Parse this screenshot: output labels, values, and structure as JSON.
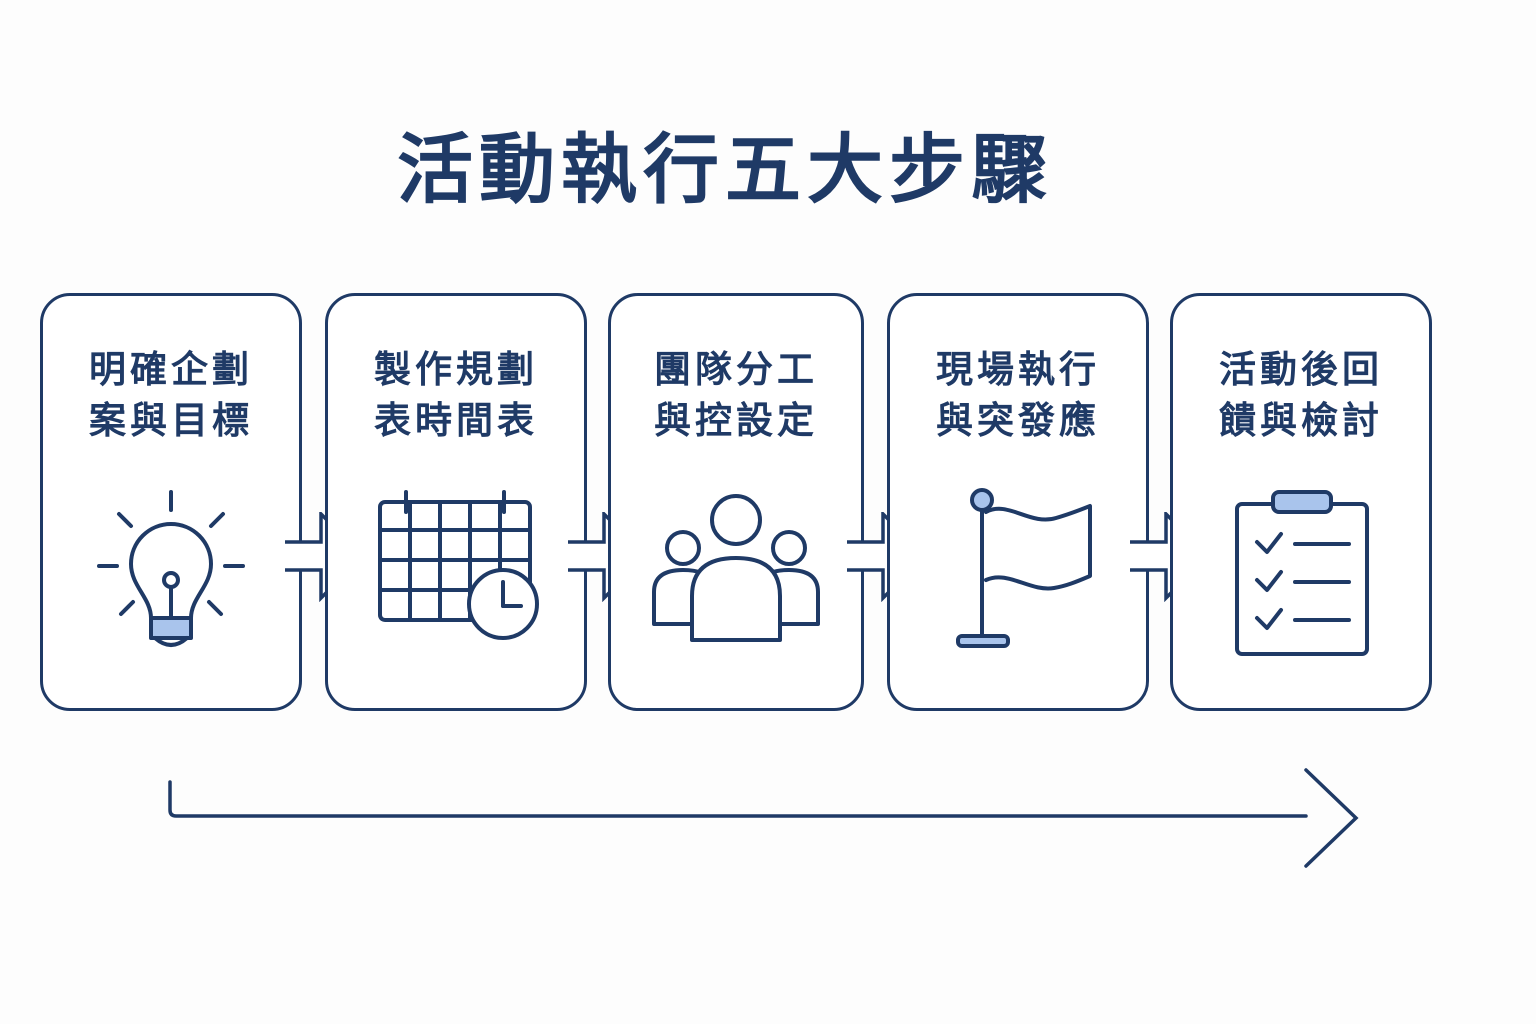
{
  "title": "活動執行五大步驟",
  "steps": [
    {
      "line1": "明確企劃",
      "line2": "案與目標",
      "icon": "lightbulb-icon"
    },
    {
      "line1": "製作規劃",
      "line2": "表時間表",
      "icon": "calendar-clock-icon"
    },
    {
      "line1": "團隊分工",
      "line2": "與控設定",
      "icon": "team-icon"
    },
    {
      "line1": "現場執行",
      "line2": "與突發應",
      "icon": "flag-icon"
    },
    {
      "line1": "活動後回",
      "line2": "饋與檢討",
      "icon": "checklist-icon"
    }
  ],
  "colors": {
    "stroke": "#1f3a66",
    "accent_fill": "#a9c4ec",
    "background": "#fdfdfd"
  }
}
